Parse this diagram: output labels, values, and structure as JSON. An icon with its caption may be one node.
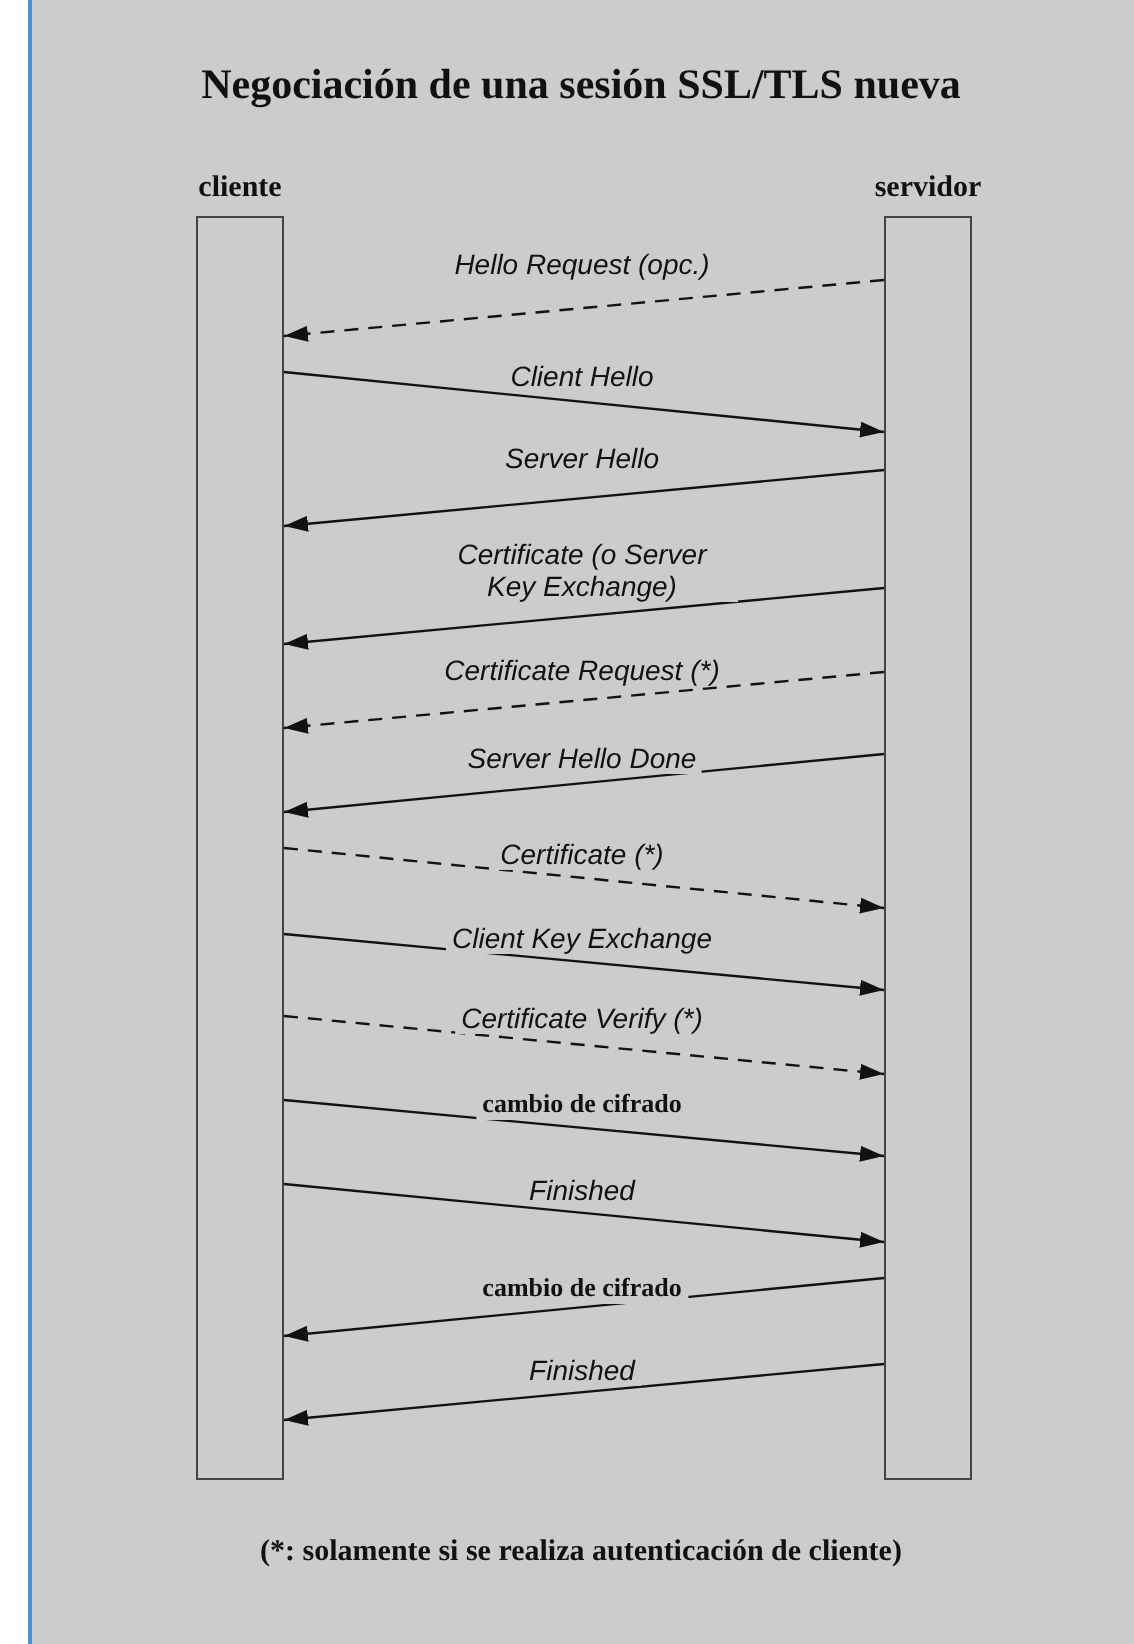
{
  "diagram": {
    "title": "Negociación de una sesión SSL/TLS nueva",
    "caption": "(*: solamente si se realiza autenticación de cliente)",
    "nodes": [
      {
        "text": [
          "cliente"
        ]
      },
      {
        "text": [
          "servidor"
        ]
      }
    ],
    "edges": [
      {
        "from": 1,
        "to": 0,
        "arrow": "to",
        "style": "dashed",
        "label": "Hello Request (opc.)"
      },
      {
        "from": 0,
        "to": 1,
        "arrow": "to",
        "label": "Client Hello"
      },
      {
        "from": 1,
        "to": 0,
        "arrow": "to",
        "label": "Server Hello"
      },
      {
        "from": 1,
        "to": 0,
        "arrow": "to",
        "label": "Certificate (o Server Key Exchange)"
      },
      {
        "from": 1,
        "to": 0,
        "arrow": "to",
        "style": "dashed",
        "label": "Certificate Request (*)"
      },
      {
        "from": 1,
        "to": 0,
        "arrow": "to",
        "label": "Server Hello Done"
      },
      {
        "from": 0,
        "to": 1,
        "arrow": "to",
        "style": "dashed",
        "label": "Certificate (*)"
      },
      {
        "from": 0,
        "to": 1,
        "arrow": "to",
        "label": "Client Key Exchange"
      },
      {
        "from": 0,
        "to": 1,
        "arrow": "to",
        "style": "dashed",
        "label": "Certificate Verify (*)"
      },
      {
        "from": 0,
        "to": 1,
        "arrow": "to",
        "label": "cambio de cifrado"
      },
      {
        "from": 0,
        "to": 1,
        "arrow": "to",
        "label": "Finished"
      },
      {
        "from": 1,
        "to": 0,
        "arrow": "to",
        "label": "cambio de cifrado"
      },
      {
        "from": 1,
        "to": 0,
        "arrow": "to",
        "label": "Finished"
      }
    ]
  }
}
